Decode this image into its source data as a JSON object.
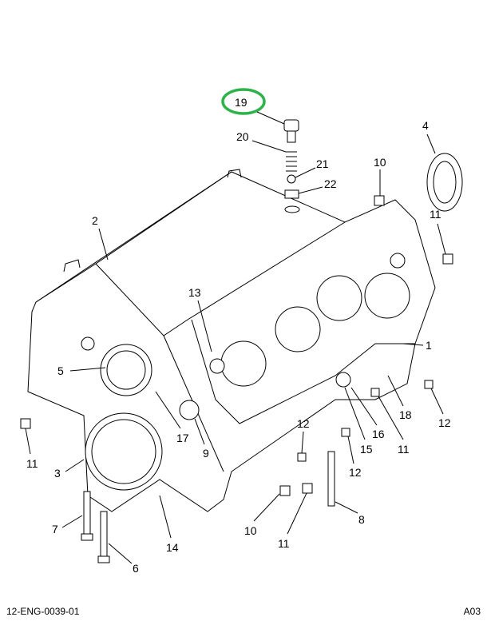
{
  "diagram": {
    "highlight_color": "#2db34a",
    "callouts": [
      "19",
      "20",
      "21",
      "22",
      "4",
      "10",
      "11",
      "2",
      "13",
      "1",
      "5",
      "17",
      "9",
      "12",
      "16",
      "15",
      "11",
      "18",
      "12",
      "11",
      "3",
      "12",
      "7",
      "10",
      "11",
      "8",
      "14",
      "6"
    ]
  },
  "footer": {
    "drawing_id": "12-ENG-0039-01",
    "revision": "A03"
  }
}
